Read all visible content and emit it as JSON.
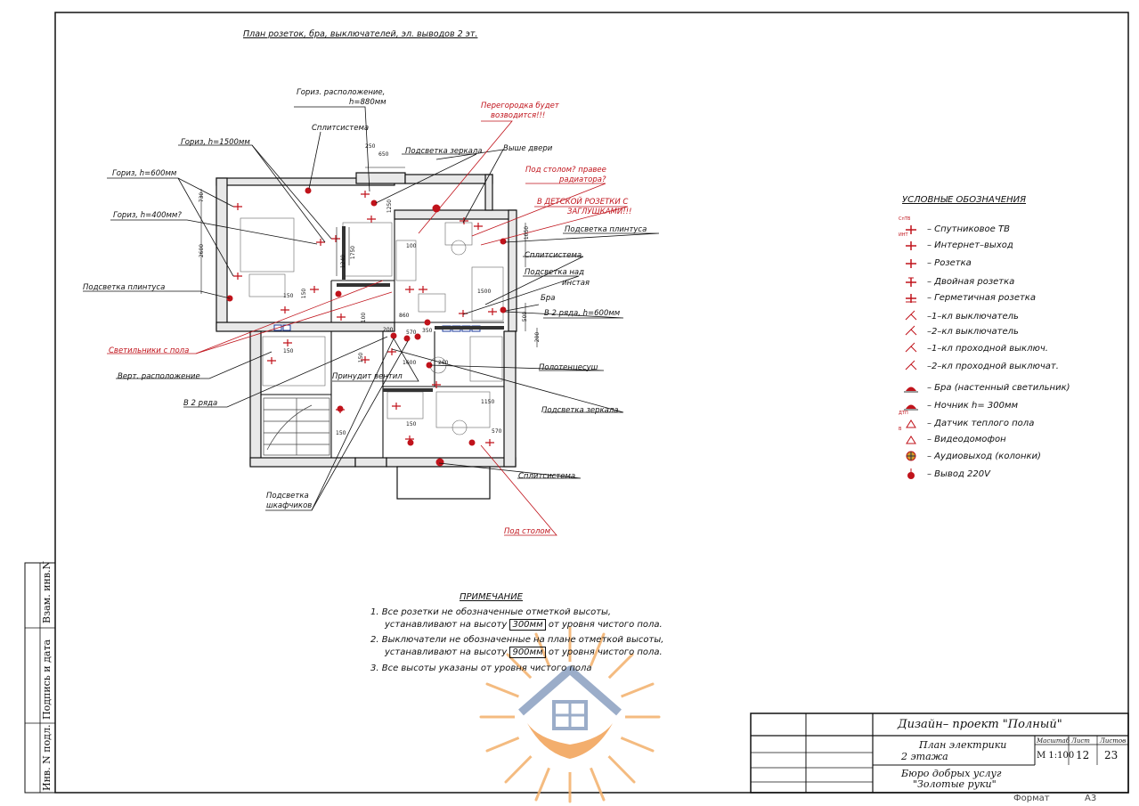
{
  "sheet": {
    "title": "План розеток, бра, выключателей, эл. выводов 2 эт.",
    "format_label": "Формат",
    "format_value": "А3"
  },
  "plan_labels": {
    "horiz_880": "Гориз. расположение,",
    "horiz_880_h": "h=880мм",
    "partition": "Перегородка будет",
    "partition_2": "возводится!!!",
    "split1": "Сплитсистема",
    "horiz_1500": "Гориз, h=1500мм",
    "mirror_light1": "Подсветка зеркала",
    "above_door": "Выше двери",
    "under_table_q": "Под столом? правее",
    "under_table_q2": "радиатора?",
    "horiz_600": "Гориз, h=600мм",
    "kids_outlets": "В ДЕТСКОЙ РОЗЕТКИ С",
    "kids_outlets2": "ЗАГЛУШКАМИ!!!",
    "horiz_400": "Гориз, h=400мм?",
    "plinth_light_r": "Подсветка плинтуса",
    "split2": "Сплитсистема",
    "plinth_light_l": "Подсветка плинтуса",
    "light_over": "Подсветка над",
    "light_over2": "инстая",
    "bra": "Бра",
    "two_rows_600": "В 2 ряда, h=600мм",
    "floor_lights": "Светильники с пола",
    "vert": "Верт. расположение",
    "forced_vent": "Принудит вентил",
    "towel": "Полотенцесуш",
    "two_rows": "В 2 ряда",
    "mirror_light2": "Подсветка зеркала",
    "split3": "Сплитсистема",
    "cabinet_light": "Подсветка",
    "cabinet_light2": "шкафчиков",
    "under_table": "Под столом"
  },
  "dimensions": [
    "730",
    "2600",
    "1240",
    "1750",
    "250",
    "650",
    "1250",
    "100",
    "150",
    "150",
    "860",
    "1500",
    "1050",
    "500",
    "200",
    "200",
    "570",
    "350",
    "1600",
    "260",
    "1150",
    "570",
    "150",
    "150",
    "150",
    "150",
    "100"
  ],
  "legend": {
    "title": "УСЛОВНЫЕ ОБОЗНАЧЕНИЯ",
    "items": [
      {
        "label": "– Спутниковое ТВ",
        "icon": "satellite-tv-outlet-icon",
        "tag": "СпТВ"
      },
      {
        "label": "– Интернет–выход",
        "icon": "internet-outlet-icon",
        "tag": "ИНТ"
      },
      {
        "label": "– Розетка",
        "icon": "outlet-icon",
        "tag": ""
      },
      {
        "label": "– Двойная розетка",
        "icon": "double-outlet-icon",
        "tag": ""
      },
      {
        "label": "– Герметичная розетка",
        "icon": "sealed-outlet-icon",
        "tag": ""
      },
      {
        "label": "–1–кл выключатель",
        "icon": "switch-1-icon",
        "tag": ""
      },
      {
        "label": "–2–кл выключатель",
        "icon": "switch-2-icon",
        "tag": ""
      },
      {
        "label": "–1–кл проходной выключ.",
        "icon": "pass-switch-1-icon",
        "tag": ""
      },
      {
        "label": "–2–кл проходной выключат.",
        "icon": "pass-switch-2-icon",
        "tag": ""
      },
      {
        "label": "– Бра (настенный светильник)",
        "icon": "wall-lamp-icon",
        "tag": ""
      },
      {
        "label": "– Ночник h= 300мм",
        "icon": "night-light-icon",
        "tag": ""
      },
      {
        "label": "– Датчик теплого пола",
        "icon": "floor-heat-sensor-icon",
        "tag": "ДТП"
      },
      {
        "label": "– Видеодомофон",
        "icon": "video-intercom-icon",
        "tag": "В"
      },
      {
        "label": "– Аудиовыход (колонки)",
        "icon": "audio-output-icon",
        "tag": ""
      },
      {
        "label": "– Вывод 220V",
        "icon": "outlet-220v-icon",
        "tag": ""
      }
    ]
  },
  "notes": {
    "title": "ПРИМЕЧАНИЕ",
    "line1": "1. Все розетки не обозначенные отметкой высоты,",
    "line1b_pre": "устанавливают на высоту",
    "line1b_box": "300мм",
    "line1b_post": "от уровня чистого пола.",
    "line2": "2. Выключатели не обозначенные на плане отметкой высоты,",
    "line2b_pre": "устанавливают на высоту",
    "line2b_box": "900мм",
    "line2b_post": "от уровня чистого пола.",
    "line3": "3. Все высоты указаны от уровня чистого пола"
  },
  "title_block": {
    "project": "Дизайн– проект \"Полный\"",
    "sheet_name_1": "План электрики",
    "sheet_name_2": "2 этажа",
    "company_1": "Бюро добрых услуг",
    "company_2": "\"Золотые руки\"",
    "scale_head": "Масштаб",
    "sheet_head": "Лист",
    "sheets_head": "Листов",
    "scale": "М 1:100",
    "sheet": "12",
    "sheets": "23"
  },
  "side_stamp": {
    "inv_n": "Инв. N подл.",
    "sign_date": "Подпись и дата",
    "replace_inv": "Взам. инв.N"
  },
  "colors": {
    "accent_red": "#c0131b",
    "watermark_orange": "#f2a154",
    "watermark_blue": "#8a9fc0"
  }
}
